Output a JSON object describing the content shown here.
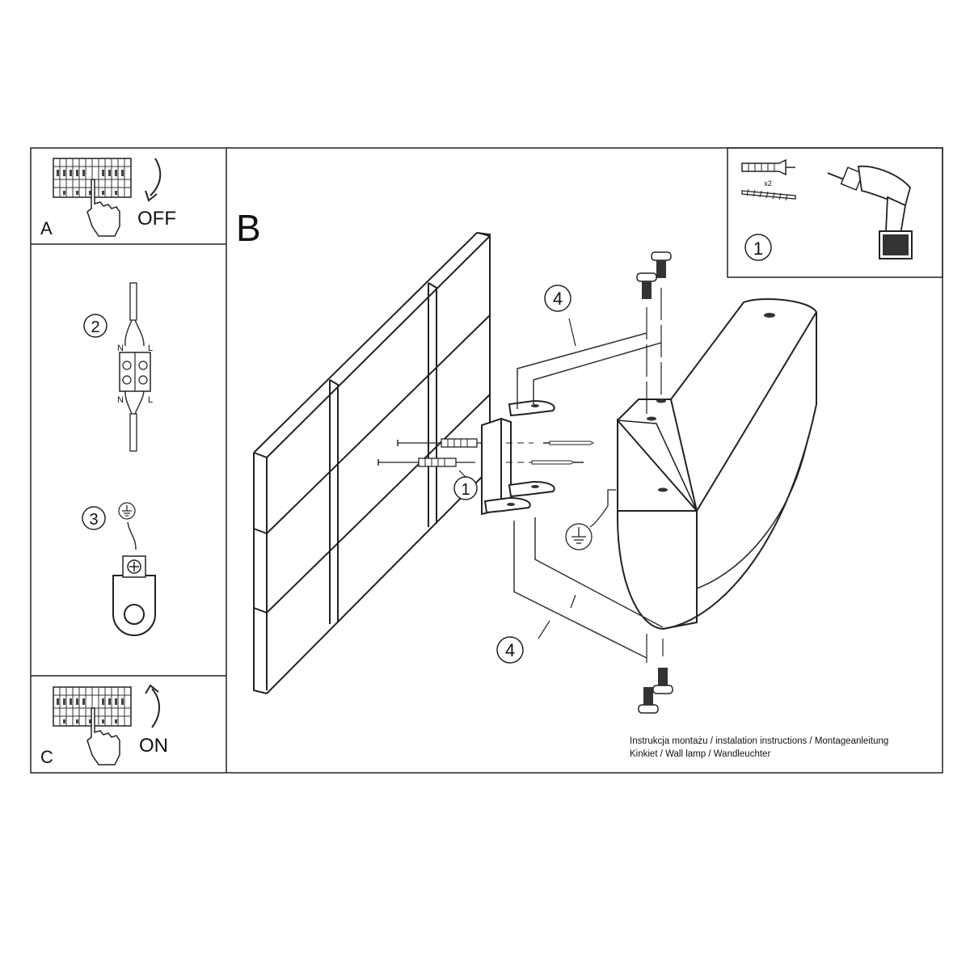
{
  "panels": {
    "a": {
      "letter": "A",
      "label": "OFF"
    },
    "b": {
      "letter": "B"
    },
    "c": {
      "letter": "C",
      "label": "ON"
    }
  },
  "steps": {
    "tools": {
      "number": "1",
      "anchor_qty": "x2"
    },
    "wiring": {
      "number": "2",
      "n_top": "N",
      "l_top": "L",
      "n_bottom": "N",
      "l_bottom": "L"
    },
    "ground": {
      "number": "3"
    },
    "mount_bracket": {
      "number": "1"
    },
    "top_screws": {
      "number": "4"
    },
    "bottom_screws": {
      "number": "4"
    }
  },
  "caption": {
    "line1": "Instrukcja montażu / instalation instructions / Montageanleitung",
    "line2": "Kinkiet / Wall lamp / Wandleuchter"
  }
}
